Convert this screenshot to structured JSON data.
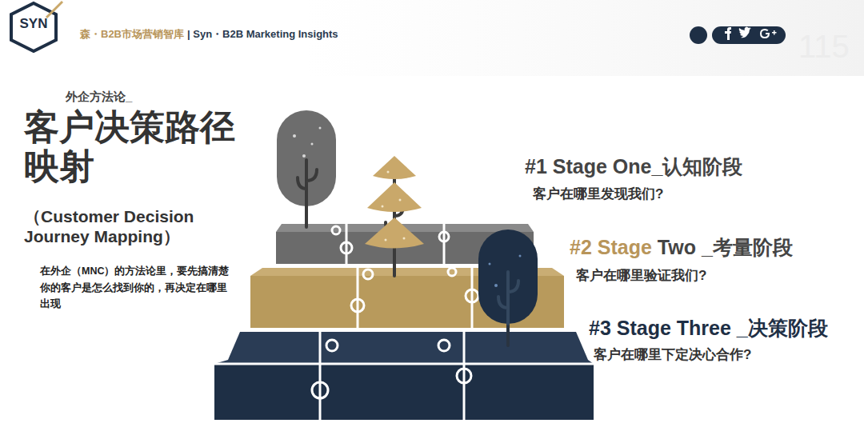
{
  "diagram": {
    "title": "客户决策路径映射",
    "labels": [
      "SYN",
      "森・B2B市场营销智库",
      "| Syn・B2B Marketing Insights",
      "115",
      "外企方法论_",
      "（Customer Decision Journey Mapping）",
      "在外企（MNC）的方法论里，要先搞清楚你的客户是怎么找到你的，再决定在哪里出现",
      "#1 Stage One_认知阶段",
      "客户在哪里发现我们?",
      "#2 Stage",
      "Two _考量阶段",
      "客户在哪里验证我们?",
      "#3 Stage Three _决策阶段",
      "客户在哪里下定决心合作?"
    ]
  }
}
